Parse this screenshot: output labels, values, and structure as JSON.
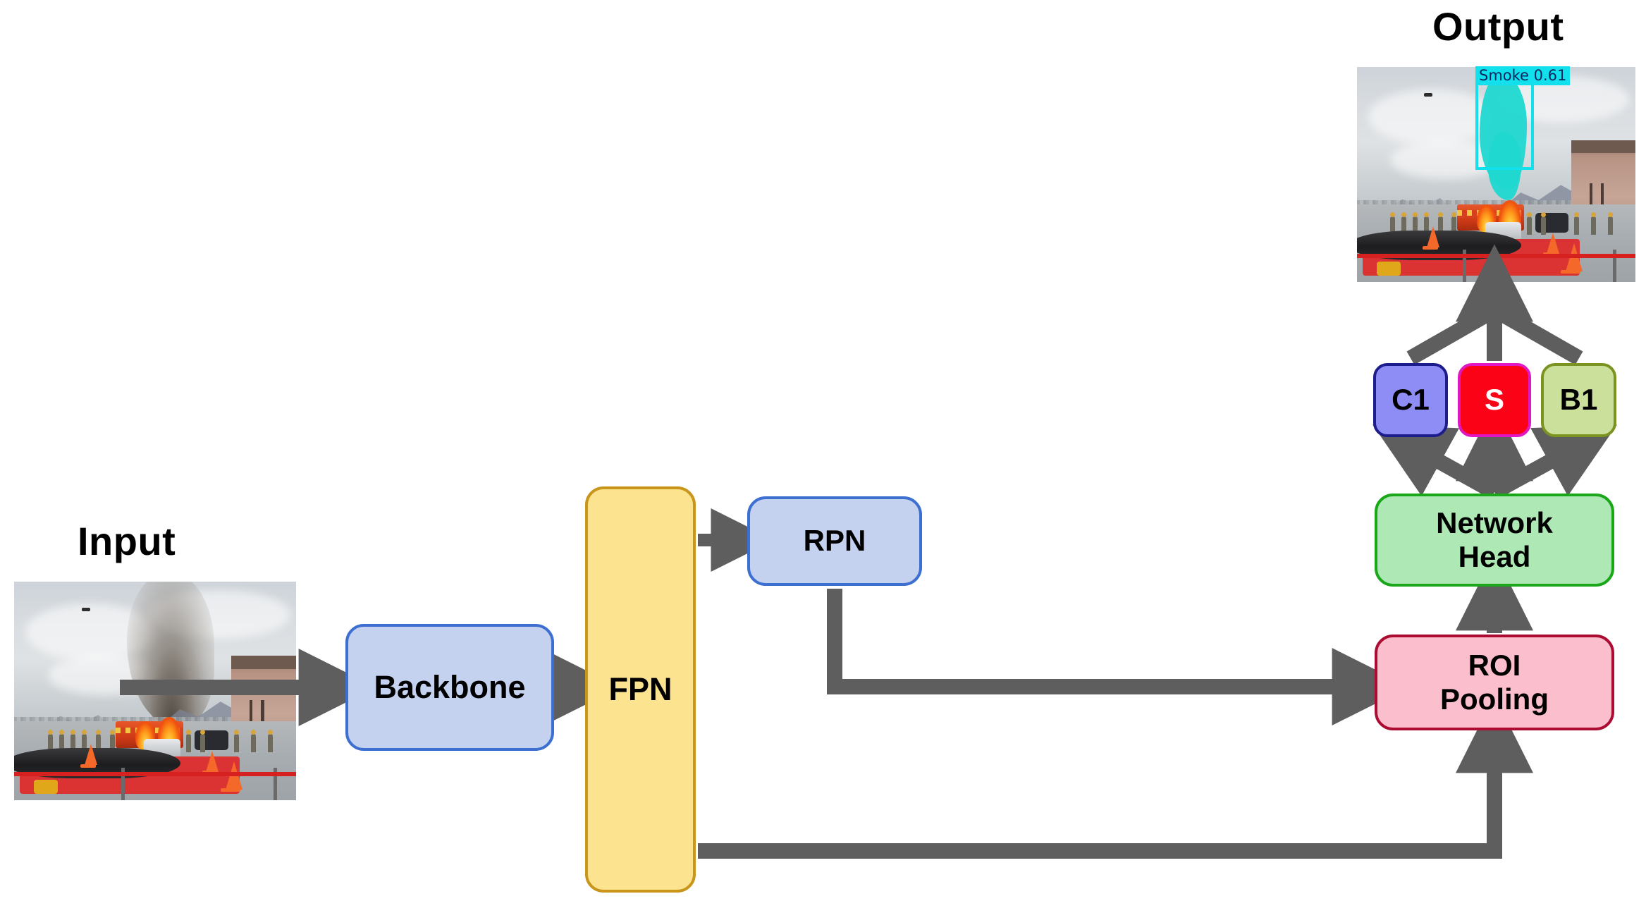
{
  "diagram": {
    "title_input": "Input",
    "title_output": "Output",
    "nodes": {
      "backbone": "Backbone",
      "fpn": "FPN",
      "rpn": "RPN",
      "roi_pooling": "ROI\nPooling",
      "roi_pooling_line1": "ROI",
      "roi_pooling_line2": "Pooling",
      "network_head_line1": "Network",
      "network_head_line2": "Head",
      "c1": "C1",
      "s": "S",
      "b1": "B1"
    },
    "detection": {
      "class_label": "Smoke",
      "score": "0.61",
      "label_text": "Smoke  0.61"
    },
    "colors": {
      "backbone_fill": "#c5d2ef",
      "backbone_stroke": "#3d6fd0",
      "fpn_fill": "#fbe38f",
      "fpn_stroke": "#c9951b",
      "rpn_fill": "#c5d2ef",
      "rpn_stroke": "#3d6fd0",
      "roi_fill": "#fbbecd",
      "roi_stroke": "#ad0c32",
      "head_fill": "#aee9b5",
      "head_stroke": "#1aa81a",
      "c1_fill": "#8e8cf5",
      "c1_stroke": "#1c1c8c",
      "s_fill": "#fb0217",
      "s_stroke": "#e217c4",
      "b1_fill": "#cbe09a",
      "b1_stroke": "#7b9321",
      "arrow": "#5e5e5e",
      "detection_cyan": "#12e0ec",
      "detection_text": "#08265e",
      "background": "#ffffff"
    },
    "flow": [
      "Input image -> Backbone",
      "Backbone -> FPN",
      "FPN -> RPN",
      "RPN -> ROI Pooling",
      "FPN -> ROI Pooling",
      "ROI Pooling -> Network Head",
      "Network Head -> C1",
      "Network Head -> S",
      "Network Head -> B1",
      "C1 -> Output image",
      "S -> Output image",
      "B1 -> Output image"
    ]
  }
}
